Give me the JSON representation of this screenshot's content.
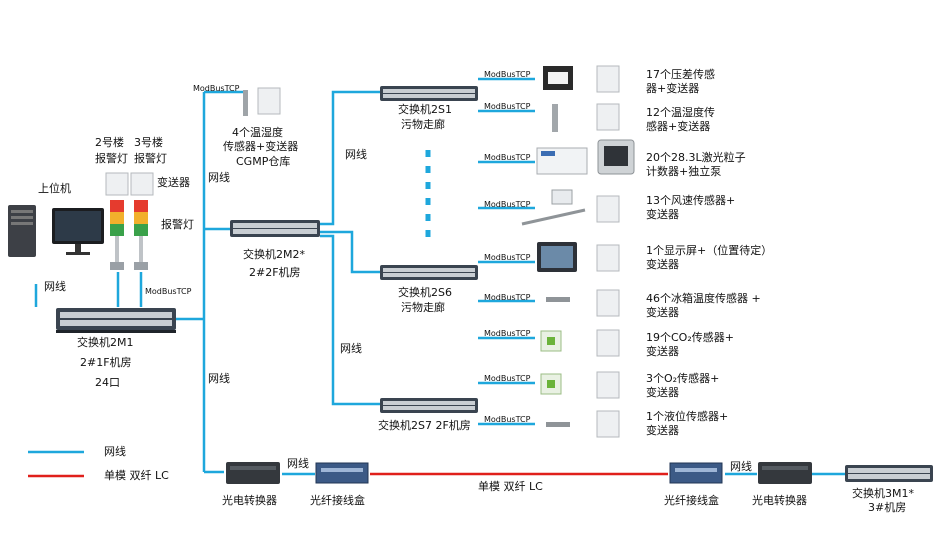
{
  "diagram": {
    "protocol_label": "ModBusTCP",
    "link_label": "网线",
    "legend": {
      "network": "网线",
      "singlemode": "单模 双纤 LC"
    },
    "colors": {
      "network_line": "#1ea7dc",
      "singlemode_line": "#e0201b",
      "switch_body": "#3a4450",
      "switch_port": "#c9ced3"
    },
    "left": {
      "host": "上位机",
      "alarm_2": "2号楼",
      "alarm_2b": "报警灯",
      "alarm_3": "3号楼",
      "alarm_3b": "报警灯",
      "transmitter": "变送器",
      "alarm_light": "报警灯",
      "switch_name": "交换机2M1",
      "switch_room": "2#1F机房",
      "switch_ports": "24口"
    },
    "center": {
      "gmp_line1": "4个温湿度",
      "gmp_line2": "传感器+变送器",
      "gmp_line3": "CGMP仓库",
      "switch_name": "交换机2M2*",
      "switch_room": "2#2F机房"
    },
    "switches": {
      "s1_name": "交换机2S1",
      "s1_area": "污物走廊",
      "s6_name": "交换机2S6",
      "s6_area": "污物走廊",
      "s7_name": "交换机2S7 2F机房"
    },
    "devices": [
      {
        "line1": "17个压差传感",
        "line2": "器+变送器"
      },
      {
        "line1": "12个温湿度传",
        "line2": "感器+变送器"
      },
      {
        "line1": "20个28.3L激光粒子",
        "line2": "计数器+独立泵"
      },
      {
        "line1": "13个风速传感器+",
        "line2": "变送器"
      },
      {
        "line1": "1个显示屏+（位置待定）",
        "line2": "变送器"
      },
      {
        "line1": "46个冰箱温度传感器 +",
        "line2": "变送器"
      },
      {
        "line1": "19个CO₂传感器+",
        "line2": "变送器"
      },
      {
        "line1": "3个O₂传感器+",
        "line2": "变送器"
      },
      {
        "line1": "1个液位传感器+",
        "line2": "变送器"
      }
    ],
    "bottom": {
      "converter_left": "光电转换器",
      "patch_left": "光纤接线盒",
      "fiber_label": "单模 双纤 LC",
      "patch_right": "光纤接线盒",
      "converter_right": "光电转换器",
      "switch3_name": "交换机3M1*",
      "switch3_room": "3#机房"
    }
  }
}
